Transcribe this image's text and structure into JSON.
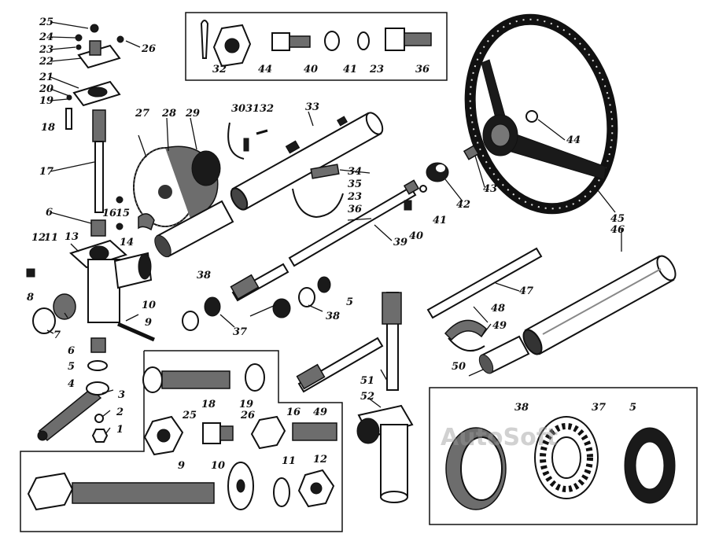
{
  "diagram": {
    "kind": "exploded view",
    "part_labels": [
      "1",
      "2",
      "3",
      "4",
      "5",
      "6",
      "7",
      "8",
      "9",
      "10",
      "11",
      "12",
      "13",
      "14",
      "15",
      "16",
      "17",
      "18",
      "19",
      "20",
      "21",
      "22",
      "23",
      "24",
      "25",
      "26",
      "27",
      "28",
      "29",
      "30",
      "31",
      "32",
      "33",
      "34",
      "35",
      "36",
      "37",
      "38",
      "39",
      "40",
      "41",
      "42",
      "43",
      "44",
      "45",
      "46",
      "47",
      "48",
      "49",
      "50",
      "51",
      "52"
    ],
    "inset_top_labels": [
      "32",
      "44",
      "40",
      "41",
      "23",
      "36"
    ],
    "inset_fasteners_labels": [
      "18",
      "19",
      "25",
      "26",
      "16",
      "49",
      "9",
      "10",
      "11",
      "12"
    ],
    "inset_bearings_labels": [
      "38",
      "37",
      "5"
    ],
    "wheel_labels": [
      "44",
      "45",
      "46"
    ],
    "column_labels": [
      "33",
      "34",
      "35",
      "23",
      "36",
      "39",
      "40",
      "41",
      "42",
      "43",
      "47",
      "48",
      "49",
      "50"
    ],
    "watermark": "AutoSoft"
  }
}
